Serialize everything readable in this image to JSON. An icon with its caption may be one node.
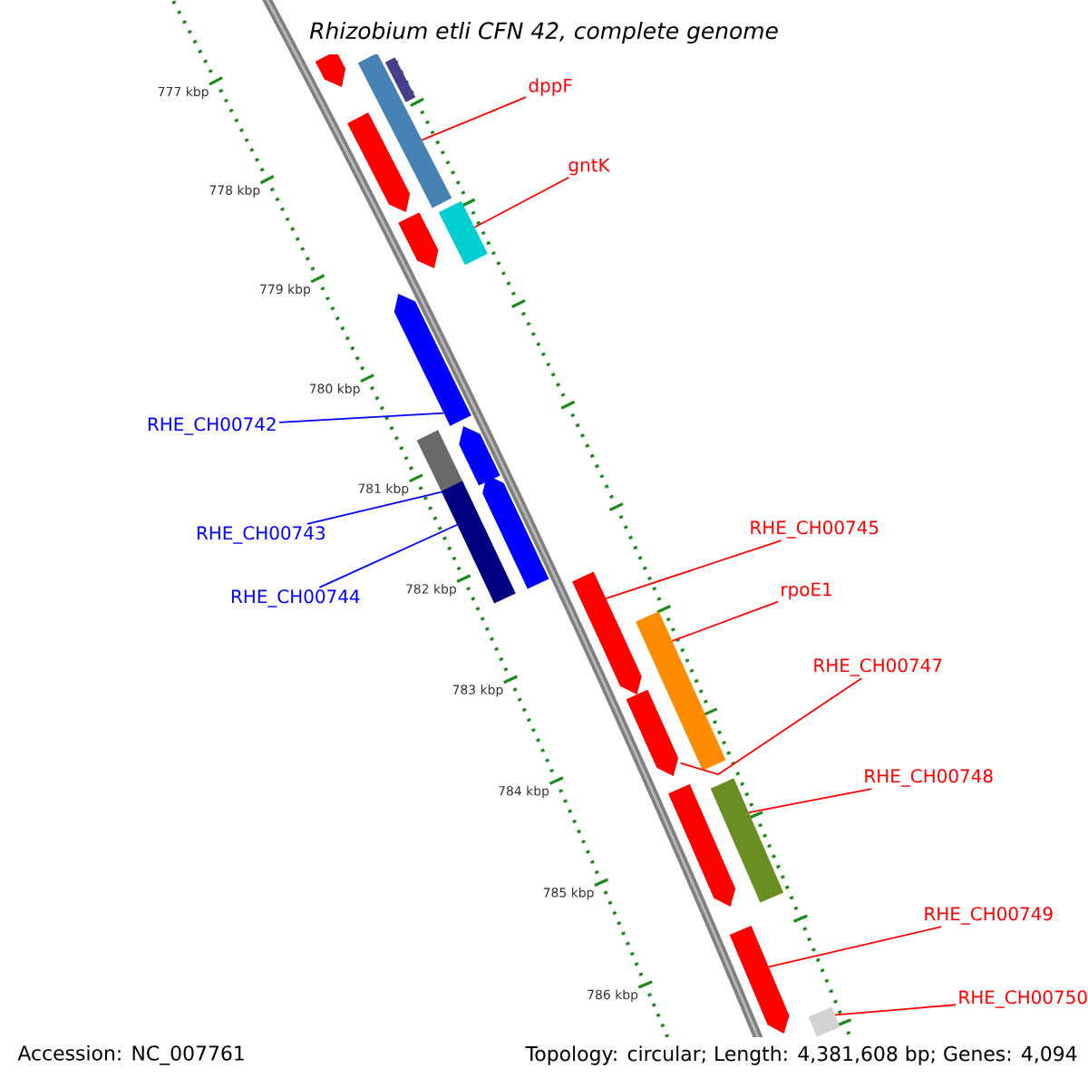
{
  "diagram": {
    "title": "Rhizobium etli CFN 42, complete genome",
    "nodes": [
      {
        "text": [
          "dppF"
        ]
      },
      {
        "text": [
          "gntK"
        ]
      },
      {
        "text": [
          "RHE_CH00742"
        ]
      },
      {
        "text": [
          "RHE_CH00743"
        ]
      },
      {
        "text": [
          "RHE_CH00744"
        ]
      },
      {
        "text": [
          "RHE_CH00745"
        ]
      },
      {
        "text": [
          "rpoE1"
        ]
      },
      {
        "text": [
          "RHE_CH00747"
        ]
      },
      {
        "text": [
          "RHE_CH00748"
        ]
      },
      {
        "text": [
          "RHE_CH00749"
        ]
      },
      {
        "text": [
          "RHE_CH00750"
        ]
      },
      {
        "text": [],
        "shape": "pentagon"
      },
      {
        "text": [],
        "shape": "bar"
      },
      {
        "text": [],
        "shape": "bar"
      },
      {
        "text": [],
        "shape": "pentagon"
      },
      {
        "text": [],
        "shape": "bar"
      },
      {
        "text": [],
        "shape": "pentagon"
      },
      {
        "text": [],
        "shape": "pentagon"
      },
      {
        "text": [],
        "shape": "pentagon"
      },
      {
        "text": [],
        "shape": "bar"
      },
      {
        "text": [],
        "shape": "pentagon"
      },
      {
        "text": [],
        "shape": "bar"
      },
      {
        "text": [],
        "shape": "pentagon"
      },
      {
        "text": [],
        "shape": "bar"
      },
      {
        "text": [],
        "shape": "pentagon"
      },
      {
        "text": [],
        "shape": "pentagon"
      },
      {
        "text": [],
        "shape": "bar"
      },
      {
        "text": [],
        "shape": "pentagon"
      },
      {
        "text": [],
        "shape": "pentagon"
      },
      {
        "text": [],
        "shape": "bar"
      }
    ],
    "edges": [
      {
        "from": 0,
        "to": 12,
        "arrow": "none"
      },
      {
        "from": 1,
        "to": 15,
        "arrow": "none"
      },
      {
        "from": 2,
        "to": 17,
        "arrow": "none",
        "color": "#0000ff"
      },
      {
        "from": 3,
        "to": 19,
        "arrow": "none",
        "color": "#0000ff"
      },
      {
        "from": 4,
        "to": 21,
        "arrow": "none",
        "color": "#0000ff"
      },
      {
        "from": 5,
        "to": 22,
        "arrow": "none"
      },
      {
        "from": 6,
        "to": 23,
        "arrow": "none"
      },
      {
        "from": 7,
        "to": 25,
        "arrow": "none"
      },
      {
        "from": 8,
        "to": 26,
        "arrow": "none"
      },
      {
        "from": 9,
        "to": 28,
        "arrow": "none"
      },
      {
        "from": 10,
        "to": 29,
        "arrow": "none"
      }
    ],
    "labels": [
      "777 kbp",
      "778 kbp",
      "779 kbp",
      "780 kbp",
      "781 kbp",
      "782 kbp",
      "783 kbp",
      "784 kbp",
      "785 kbp",
      "786 kbp",
      "Accession: NC_007761",
      "Topology: circular; Length: 4,381,608 bp; Genes: 4,094"
    ]
  }
}
